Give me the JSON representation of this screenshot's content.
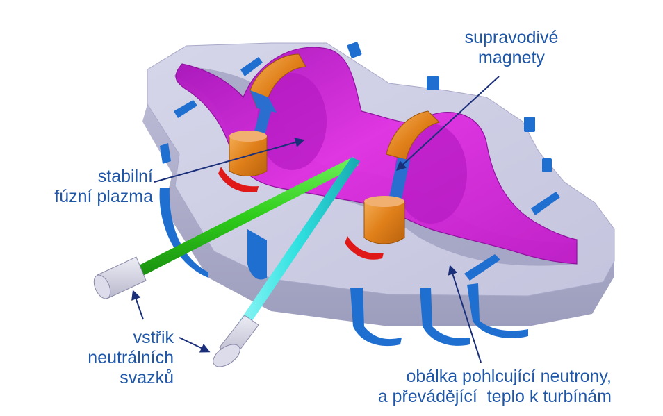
{
  "labels": {
    "magnets": [
      "supravodivé",
      "magnety"
    ],
    "plasma": [
      "stabilní",
      "fúzní plazma"
    ],
    "injection": [
      "vstřik",
      "neutrálních",
      "svazků"
    ],
    "blanket": [
      "obálka pohlcující neutrony,",
      "a převádějící  teplo k turbínám"
    ]
  },
  "colors": {
    "label_text": "#1f57a8",
    "arrow": "#1a2f7a",
    "casing": "#c9c9e2",
    "plasma": "#d11fd1",
    "magnet": "#e58a1c",
    "beam_green": "#2ecc1a",
    "beam_cyan": "#2fe0e0",
    "ports": "#1f6fd0"
  }
}
